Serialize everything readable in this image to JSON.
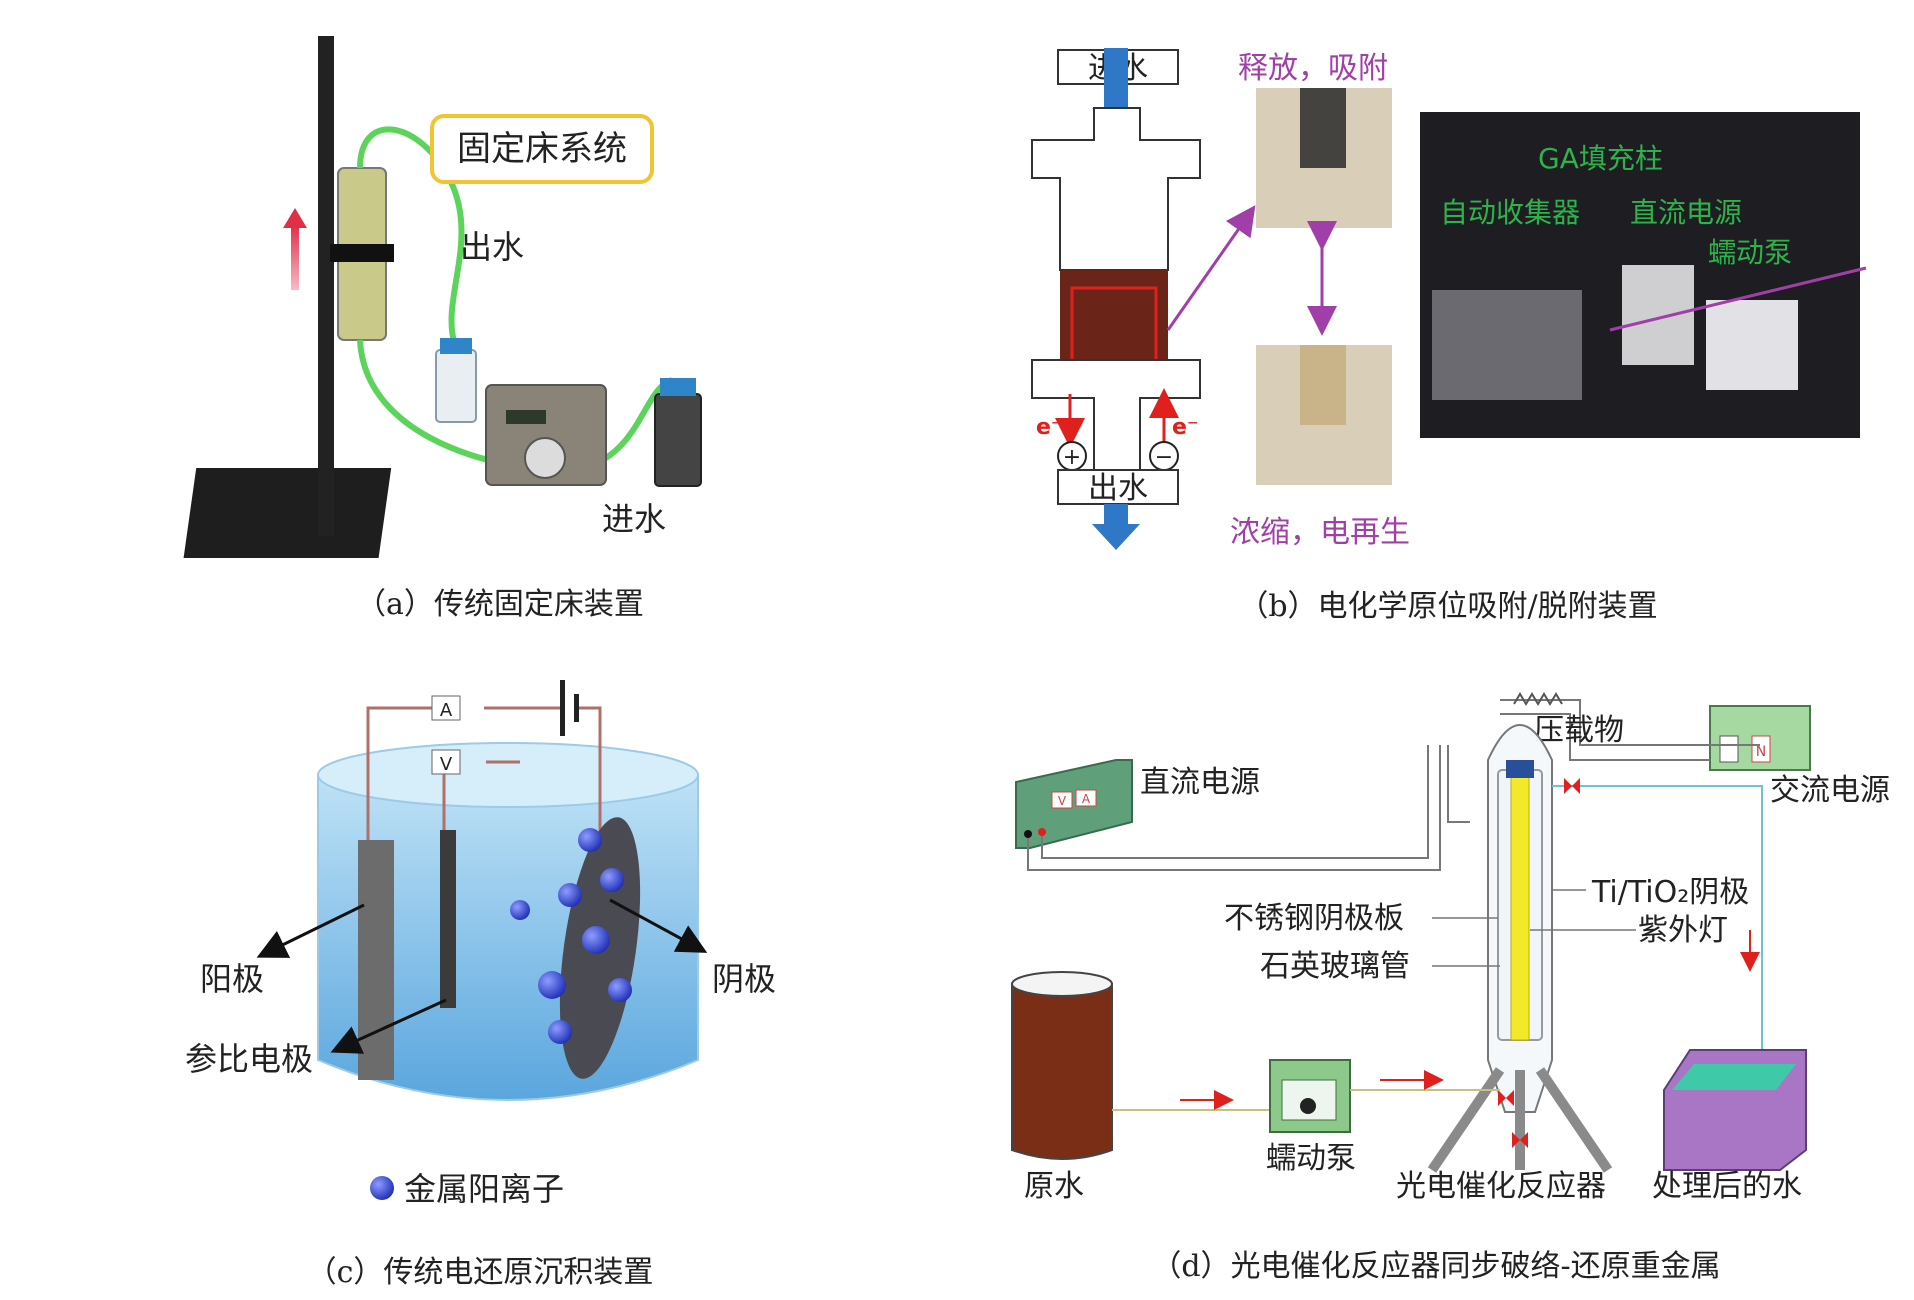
{
  "panel_a": {
    "caption": "（a）传统固定床装置",
    "title_box": "固定床系统",
    "outlet": "出水",
    "inlet": "进水"
  },
  "panel_b": {
    "caption": "（b）电化学原位吸附/脱附装置",
    "inlet": "进水",
    "outlet": "出水",
    "electron_left": "e⁻",
    "electron_right": "e⁻",
    "plus_sign": "+",
    "minus_sign": "−",
    "release_label": "释放，吸附",
    "concentrate_label": "浓缩，电再生",
    "ga_column": "GA填充柱",
    "auto_collector": "自动收集器",
    "dc_power": "直流电源",
    "peristaltic_pump": "蠕动泵"
  },
  "panel_c": {
    "caption": "（c）传统电还原沉积装置",
    "ammeter": "A",
    "voltmeter": "V",
    "anode": "阳极",
    "cathode": "阴极",
    "reference": "参比电极",
    "legend": "金属阳离子"
  },
  "panel_d": {
    "caption": "（d）光电催化反应器同步破络-还原重金属",
    "dc_power": "直流电源",
    "ac_power": "交流电源",
    "ballast": "压载物",
    "cathode_ti": "Ti/TiO₂阴极",
    "uv_lamp": "紫外灯",
    "ss_plate": "不锈钢阴极板",
    "quartz_tube": "石英玻璃管",
    "raw_water": "原水",
    "pump": "蠕动泵",
    "reactor": "光电催化反应器",
    "treated_water": "处理后的水",
    "meter_v": "V",
    "meter_a": "A",
    "plug_n": "N"
  },
  "colors": {
    "purple": "#a03fa8",
    "green": "#2eb34a",
    "red": "#e0201c",
    "blue_arrow": "#2f78c8",
    "title_border": "#f2c431"
  }
}
